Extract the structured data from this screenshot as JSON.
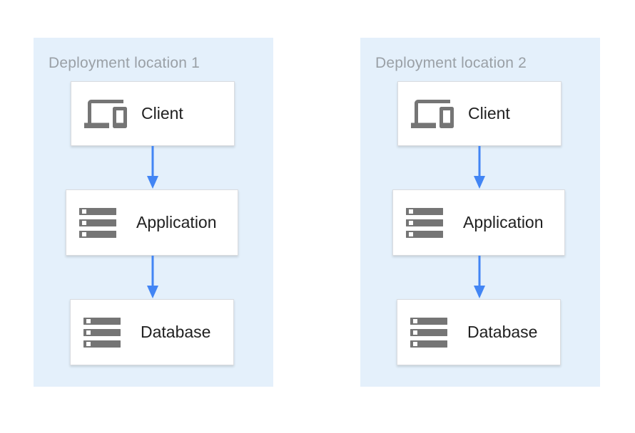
{
  "diagram": {
    "panels": [
      {
        "title": "Deployment location 1",
        "nodes": [
          {
            "label": "Client",
            "icon": "devices-icon"
          },
          {
            "label": "Application",
            "icon": "storage-icon"
          },
          {
            "label": "Database",
            "icon": "storage-icon"
          }
        ],
        "flow": [
          "Client -> Application",
          "Application -> Database"
        ]
      },
      {
        "title": "Deployment location 2",
        "nodes": [
          {
            "label": "Client",
            "icon": "devices-icon"
          },
          {
            "label": "Application",
            "icon": "storage-icon"
          },
          {
            "label": "Database",
            "icon": "storage-icon"
          }
        ],
        "flow": [
          "Client -> Application",
          "Application -> Database"
        ]
      }
    ],
    "colors": {
      "panel_bg": "#E4F0FB",
      "arrow_blue": "#4285F4",
      "icon_gray": "#757575",
      "title_gray": "#9AA0A6",
      "label_dark": "#212121",
      "box_border": "#DADCE0"
    }
  }
}
